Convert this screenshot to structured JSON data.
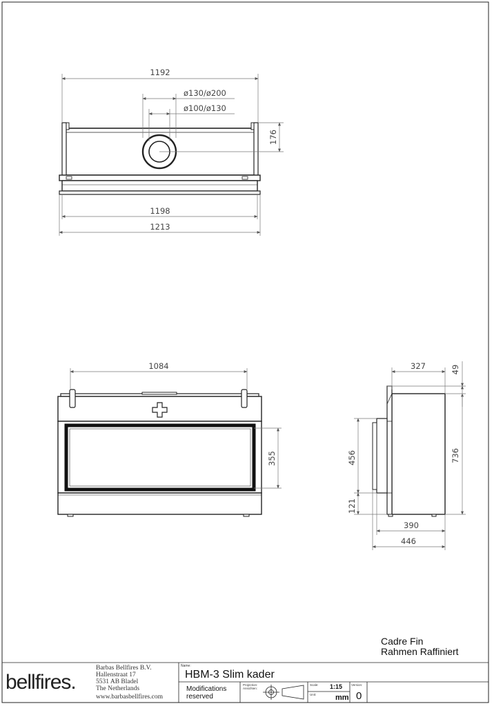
{
  "views": {
    "top": {
      "dim_width_top": "1192",
      "dim_flue_outer": "ø130/ø200",
      "dim_flue_inner": "ø100/ø130",
      "dim_height": "176",
      "dim_width_mid": "1198",
      "dim_width_bottom": "1213"
    },
    "front": {
      "dim_width": "1084",
      "dim_glass_height": "355"
    },
    "side": {
      "dim_depth_top": "327",
      "dim_top_offset": "49",
      "dim_total_height": "736",
      "dim_body_height": "456",
      "dim_base_height": "121",
      "dim_depth_mid": "390",
      "dim_depth_total": "446"
    }
  },
  "frame_label": {
    "line1": "Cadre Fin",
    "line2": "Rahmen Raffiniert"
  },
  "title_block": {
    "logo": "bellfires.",
    "company_lines": [
      "Barbas Bellfires B.V.",
      "Hallenstraat 17",
      "5531 AB Bladel",
      "The Netherlands",
      "www.barbasbellfires.com"
    ],
    "name_label": "Name:",
    "name": "HBM-3 Slim kader",
    "modifications_line1": "Modifications",
    "modifications_line2": "reserved",
    "projection_label_1": "Projection:",
    "projection_label_2": "Ansichten:",
    "scale_label": "Scale:",
    "scale": "1:15",
    "unit_label": "Unit:",
    "unit": "mm",
    "version_label": "Version:",
    "version": "0"
  }
}
